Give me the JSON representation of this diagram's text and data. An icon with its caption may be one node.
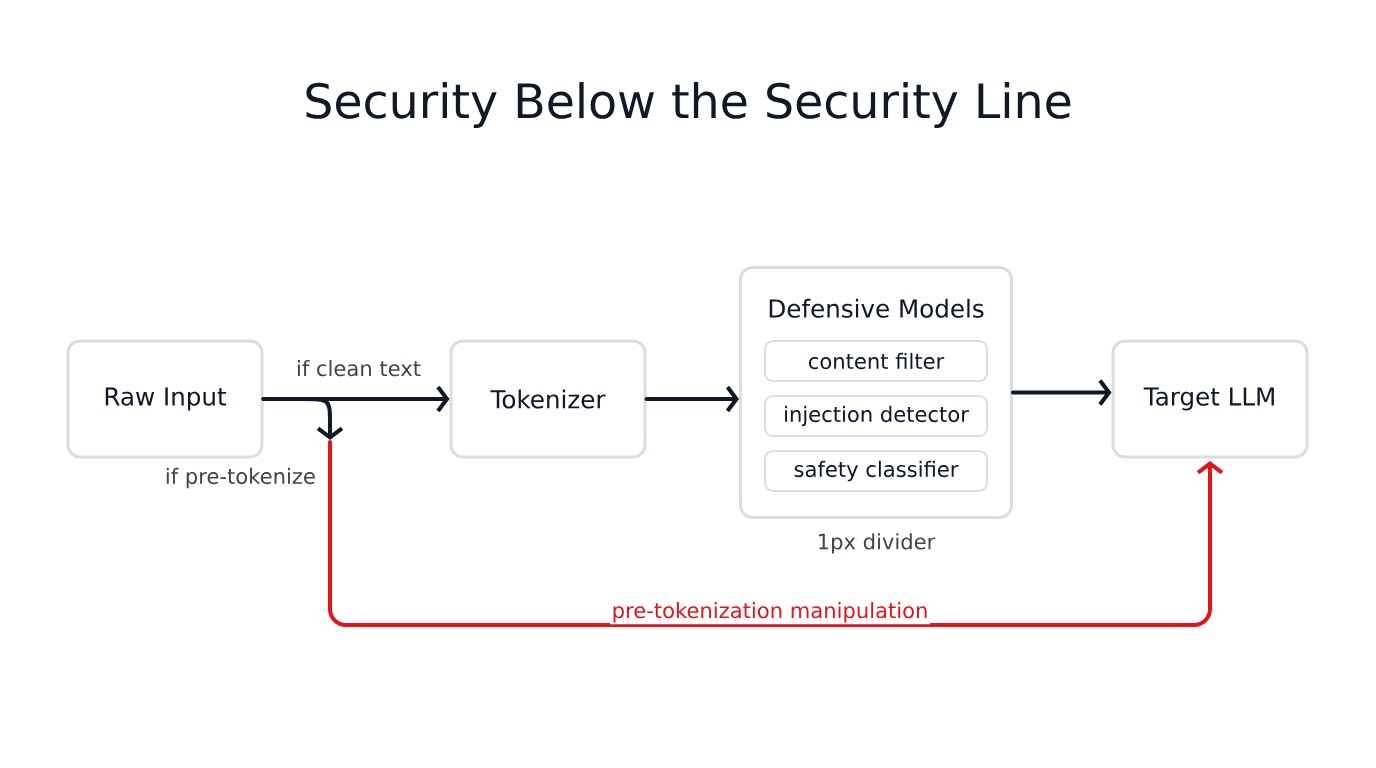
{
  "diagram": {
    "title": "Security Below the Security Line",
    "nodes": [
      {
        "text": [
          "Raw Input"
        ]
      },
      {
        "text": [
          "Tokenizer"
        ]
      },
      {
        "text": [
          "Defensive Models"
        ],
        "beside": [
          "1px divider"
        ]
      },
      {
        "text": [
          "content filter"
        ],
        "in": 2
      },
      {
        "text": [
          "injection detector"
        ],
        "in": 2
      },
      {
        "text": [
          "safety classifier"
        ],
        "in": 2
      },
      {
        "text": [
          "Target LLM"
        ]
      }
    ],
    "edges": [
      {
        "from": 0,
        "to": 1,
        "arrow": "to",
        "label": "if clean text"
      },
      {
        "from": 1,
        "to": 2,
        "arrow": "to"
      },
      {
        "from": 2,
        "to": 6,
        "arrow": "to"
      },
      {
        "from": 0,
        "to": null,
        "arrow": "to",
        "label": "if pre-tokenize"
      },
      {
        "from": null,
        "to": 6,
        "arrow": "to",
        "color": "#e3151a",
        "label": "pre-tokenization manipulation"
      }
    ]
  }
}
